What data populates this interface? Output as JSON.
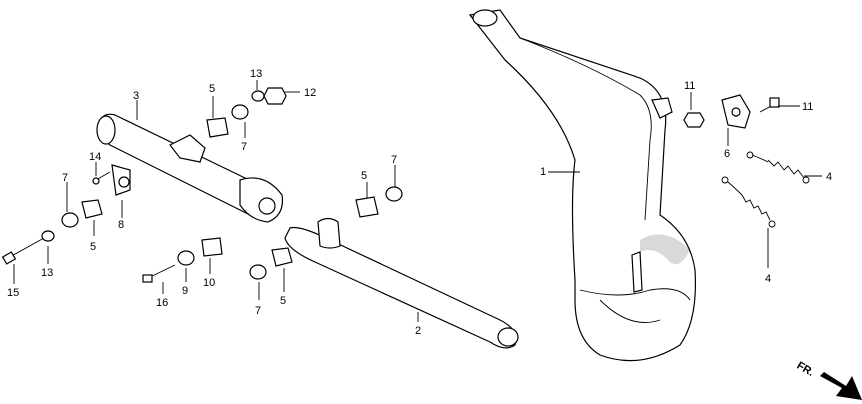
{
  "callouts": {
    "c1": "1",
    "c2": "2",
    "c3": "3",
    "c4a": "4",
    "c4b": "4",
    "c5a": "5",
    "c5b": "5",
    "c5c": "5",
    "c5d": "5",
    "c6": "6",
    "c7a": "7",
    "c7b": "7",
    "c7c": "7",
    "c7d": "7",
    "c8": "8",
    "c9": "9",
    "c10": "10",
    "c11a": "11",
    "c11b": "11",
    "c12": "12",
    "c13a": "13",
    "c13b": "13",
    "c14": "14",
    "c15": "15",
    "c16": "16"
  },
  "direction_label": "FR.",
  "colors": {
    "ink": "#000000",
    "paper": "#ffffff"
  }
}
